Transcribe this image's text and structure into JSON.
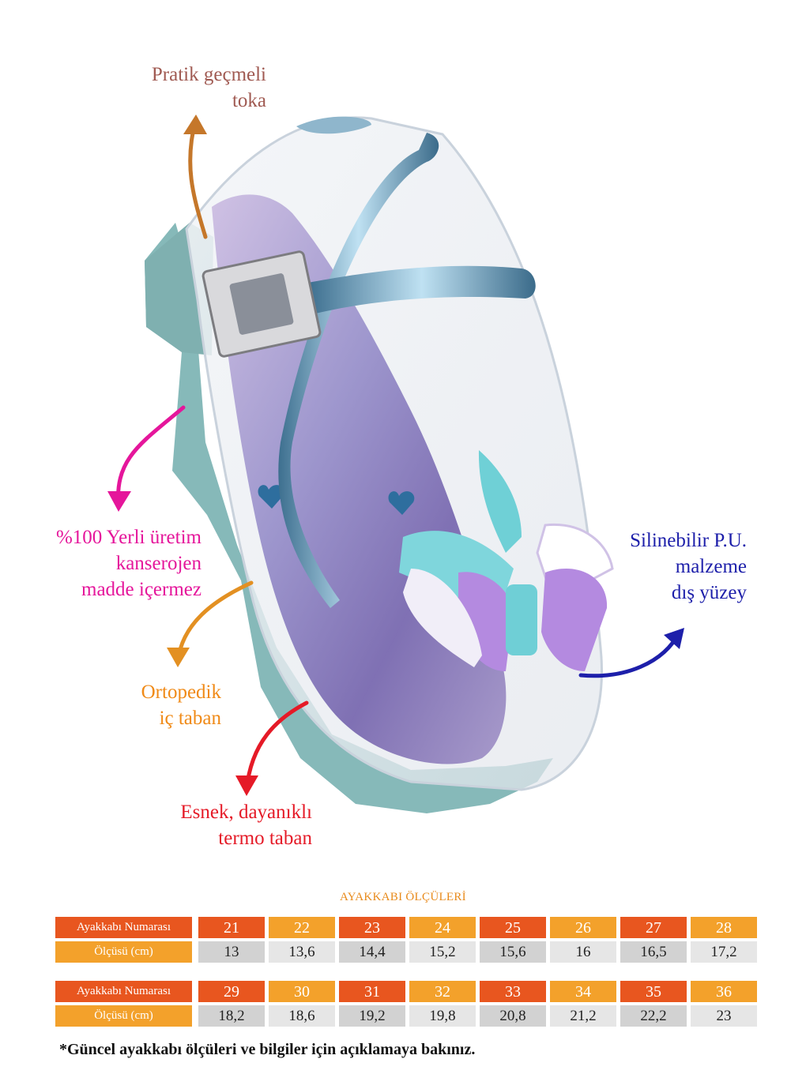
{
  "colors": {
    "orange_dark": "#e8561f",
    "orange_light": "#f3a12b",
    "grey_dark": "#d2d2d2",
    "grey_light": "#e6e6e6",
    "pink": "#e5169b",
    "orange_text": "#f08a17",
    "red_text": "#e51a27",
    "blue_text": "#1d1faa",
    "brown_text": "#a05a52"
  },
  "features": {
    "buckle": [
      "Pratik geçmeli",
      "toka"
    ],
    "domestic": [
      "%100 Yerli üretim",
      "kanserojen",
      "madde içermez"
    ],
    "insole": [
      "Ortopedik",
      "iç taban"
    ],
    "sole": [
      "Esnek, dayanıklı",
      "termo taban"
    ],
    "surface": [
      "Silinebilir P.U.",
      "malzeme",
      "dış yüzey"
    ]
  },
  "size_table": {
    "title": "AYAKKABI ÖLÇÜLERİ",
    "size_label": "Ayakkabı Numarası",
    "length_label": "Ölçüsü (cm)",
    "groups": [
      {
        "sizes": [
          "21",
          "22",
          "23",
          "24",
          "25",
          "26",
          "27",
          "28"
        ],
        "lengths": [
          "13",
          "13,6",
          "14,4",
          "15,2",
          "15,6",
          "16",
          "16,5",
          "17,2"
        ]
      },
      {
        "sizes": [
          "29",
          "30",
          "31",
          "32",
          "33",
          "34",
          "35",
          "36"
        ],
        "lengths": [
          "18,2",
          "18,6",
          "19,2",
          "19,8",
          "20,8",
          "21,2",
          "22,2",
          "23"
        ]
      }
    ]
  },
  "footnote": "*Güncel ayakkabı ölçüleri ve bilgiler için açıklamaya bakınız."
}
